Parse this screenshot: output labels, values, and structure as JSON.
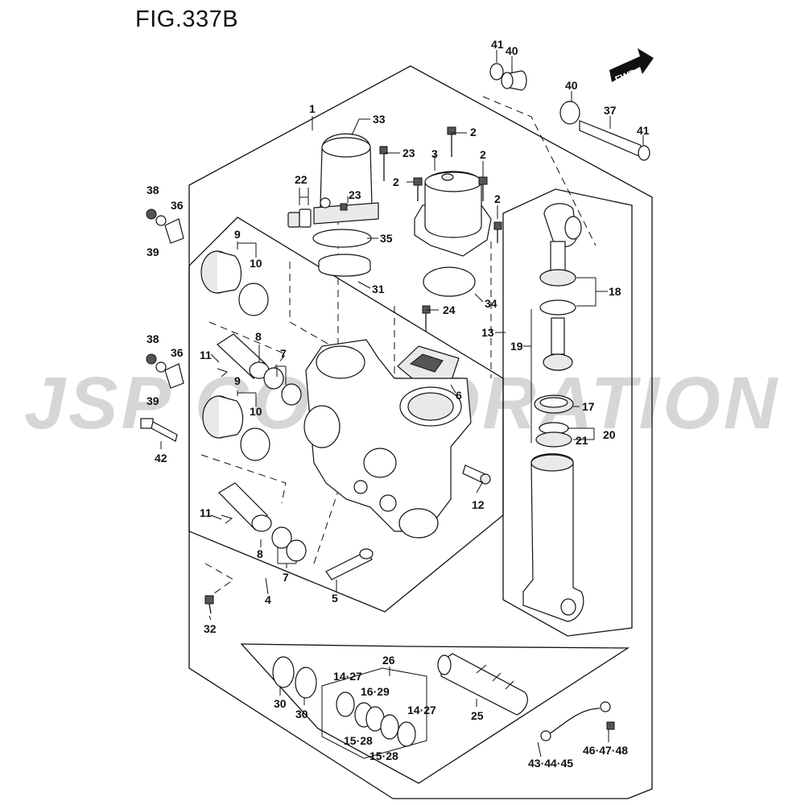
{
  "figure": {
    "title": "FIG.337B"
  },
  "watermark": {
    "text": "JSP CORPORATION"
  },
  "badge": {
    "fwd": "FWD"
  },
  "callouts": {
    "c1": "1",
    "c2a": "2",
    "c2b": "2",
    "c2c": "2",
    "c2d": "2",
    "c3": "3",
    "c4": "4",
    "c5": "5",
    "c6": "6",
    "c7a": "7",
    "c7b": "7",
    "c8a": "8",
    "c8b": "8",
    "c9a": "9",
    "c9b": "9",
    "c10a": "10",
    "c10b": "10",
    "c11a": "11",
    "c11b": "11",
    "c12": "12",
    "c13": "13",
    "c14_27a": "14·27",
    "c14_27b": "14·27",
    "c15_28a": "15·28",
    "c15_28b": "15·28",
    "c16_29": "16·29",
    "c17": "17",
    "c18": "18",
    "c19": "19",
    "c20": "20",
    "c21": "21",
    "c22": "22",
    "c23a": "23",
    "c23b": "23",
    "c24": "24",
    "c25": "25",
    "c26": "26",
    "c30a": "30",
    "c30b": "30",
    "c31": "31",
    "c32": "32",
    "c33": "33",
    "c34": "34",
    "c35": "35",
    "c36a": "36",
    "c36b": "36",
    "c37": "37",
    "c38a": "38",
    "c38b": "38",
    "c39a": "39",
    "c39b": "39",
    "c40a": "40",
    "c40b": "40",
    "c41a": "41",
    "c41b": "41",
    "c42": "42",
    "c43_44_45": "43·44·45",
    "c46_47_48": "46·47·48"
  },
  "icons": [
    "fwd-arrow-icon"
  ]
}
